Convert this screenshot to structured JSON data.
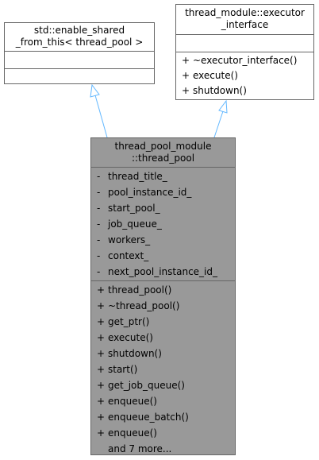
{
  "base_left": {
    "title_lines": [
      "std::enable_shared",
      "_from_this< thread_pool >"
    ]
  },
  "base_right": {
    "title_lines": [
      "thread_module::executor",
      "_interface"
    ],
    "methods": [
      {
        "vis": "+",
        "name": "~executor_interface()"
      },
      {
        "vis": "+",
        "name": "execute()"
      },
      {
        "vis": "+",
        "name": "shutdown()"
      }
    ]
  },
  "main": {
    "title_lines": [
      "thread_pool_module",
      "::thread_pool"
    ],
    "attributes": [
      {
        "vis": "-",
        "name": "thread_title_"
      },
      {
        "vis": "-",
        "name": "pool_instance_id_"
      },
      {
        "vis": "-",
        "name": "start_pool_"
      },
      {
        "vis": "-",
        "name": "job_queue_"
      },
      {
        "vis": "-",
        "name": "workers_"
      },
      {
        "vis": "-",
        "name": "context_"
      },
      {
        "vis": "-",
        "name": "next_pool_instance_id_"
      }
    ],
    "methods": [
      {
        "vis": "+",
        "name": "thread_pool()"
      },
      {
        "vis": "+",
        "name": "~thread_pool()"
      },
      {
        "vis": "+",
        "name": "get_ptr()"
      },
      {
        "vis": "+",
        "name": "execute()"
      },
      {
        "vis": "+",
        "name": "shutdown()"
      },
      {
        "vis": "+",
        "name": "start()"
      },
      {
        "vis": "+",
        "name": "get_job_queue()"
      },
      {
        "vis": "+",
        "name": "enqueue()"
      },
      {
        "vis": "+",
        "name": "enqueue_batch()"
      },
      {
        "vis": "+",
        "name": "enqueue()"
      },
      {
        "vis": "",
        "name": "and 7 more..."
      }
    ]
  },
  "colors": {
    "border": "#666666",
    "main_fill": "#999999",
    "arrow": "#63b8ff"
  }
}
